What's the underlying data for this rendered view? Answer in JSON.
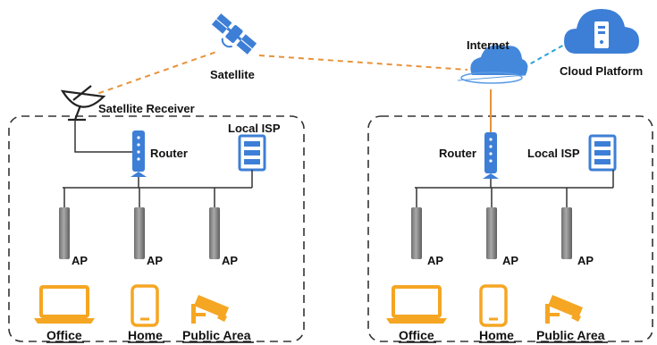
{
  "labels": {
    "satellite": "Satellite",
    "satellite_receiver": "Satellite Receiver",
    "internet": "Internet",
    "cloud_platform": "Cloud Platform",
    "left": {
      "router": "Router",
      "local_isp": "Local ISP",
      "ap": [
        "AP",
        "AP",
        "AP"
      ],
      "office": "Office",
      "home": "Home",
      "public_area": "Public Area"
    },
    "right": {
      "router": "Router",
      "local_isp": "Local ISP",
      "ap": [
        "AP",
        "AP",
        "AP"
      ],
      "office": "Office",
      "home": "Home",
      "public_area": "Public Area"
    }
  },
  "colors": {
    "satellite_link": "#e8923a",
    "cloud_link": "#29a3dc",
    "blue_icon": "#3d7fd6",
    "device_orange": "#f5a623",
    "ap_gray": "#8a8a8a",
    "line": "#333333"
  },
  "icons": {
    "satellite": "satellite-icon",
    "dish": "satellite-dish-icon",
    "cloud": "cloud-server-icon",
    "internet": "internet-cloud-icon",
    "router": "router-icon",
    "isp": "server-rack-icon",
    "ap": "access-point-icon",
    "office": "laptop-icon",
    "home": "phone-icon",
    "public_area": "security-camera-icon"
  }
}
